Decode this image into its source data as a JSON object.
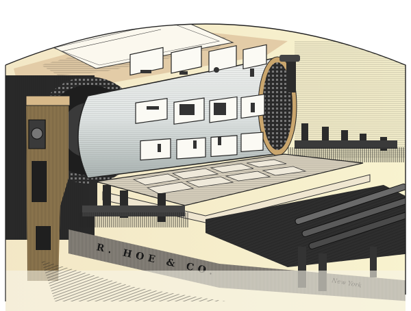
{
  "image": {
    "subject": "Hand-colored wood engraving of a cylinder printing press",
    "style": "engraving with hand tinting",
    "colors": {
      "background": "#ffffff",
      "sky_wash": "#f6f0c8",
      "paper_tan": "#e6cfae",
      "cylinder_light": "#e8ecea",
      "cylinder_shade": "#b9c2c0",
      "ink_dark": "#1b1b1b",
      "iron_mid": "#555555",
      "bed_tan": "#d9d2c0"
    }
  },
  "inscriptions": {
    "frame_plate": "R. HOE & CO.",
    "base_mark": "New York"
  },
  "elements": {
    "paper_sheets": "Stack of paper sheets on feed board",
    "cylinder": "Impression cylinder with curved type forms",
    "gear": "Large toothed gear wheel",
    "frame": "Cast-iron side frame",
    "bed": "Flat type bed with form",
    "ink_rollers": "Ink rollers",
    "grippers": "Clamp and gripper mechanisms"
  }
}
